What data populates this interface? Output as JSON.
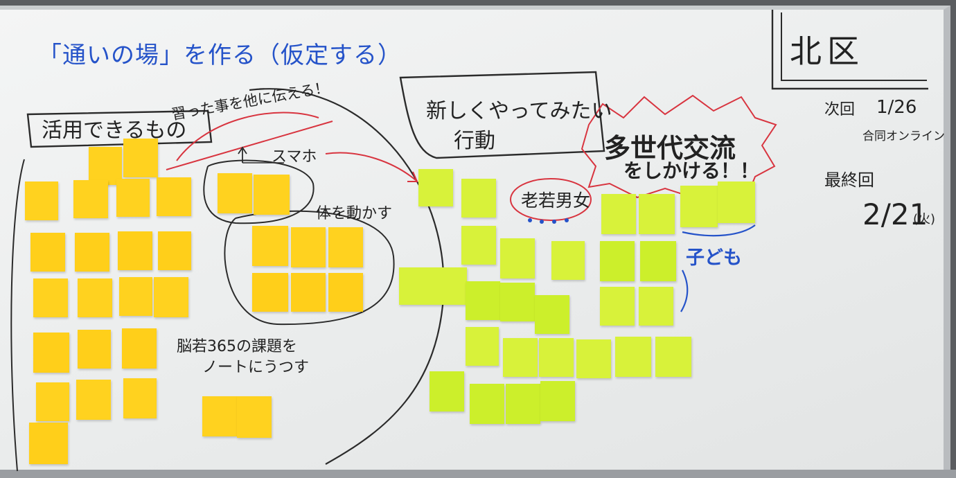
{
  "title": "「通いの場」を作る（仮定する）",
  "left_box": "活用できるもの",
  "arrow_text": "習った事を他に伝える！",
  "smartphone": "スマホ",
  "body_move": "体を動かす",
  "task_text_1": "脳若365の課題を",
  "task_text_2": "ノートにうつす",
  "new_box_1": "新しくやってみたい",
  "new_box_2": "行動",
  "burst_1": "多世代交流",
  "burst_2": "をしかける！！",
  "elder": "老若男女",
  "children": "子ども",
  "district": "北区",
  "next_label": "次回",
  "next_date": "1/26",
  "next_mode": "合同オンライン",
  "final_label": "最終回",
  "final_date": "2/21",
  "final_day": "(火)",
  "colors": {
    "blue_ink": "#2553c9",
    "red_ink": "#d8343f",
    "yellow_note": "#ffd21f",
    "green_note": "#d8f23a"
  }
}
